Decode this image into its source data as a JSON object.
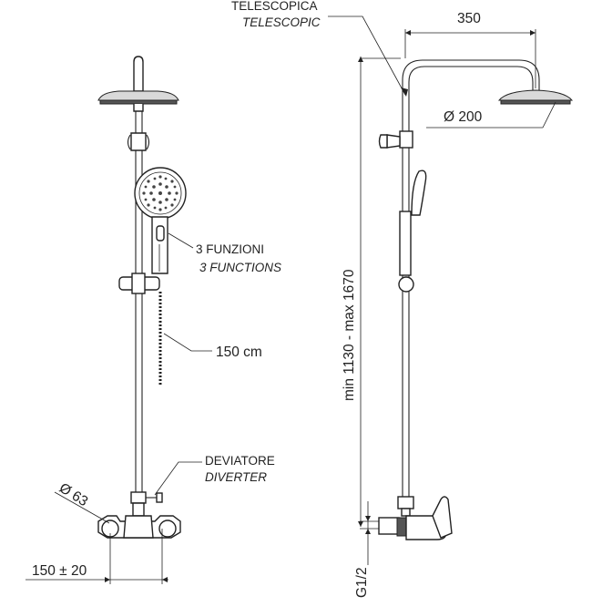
{
  "labels": {
    "telescopic_it": "TELESCOPICA",
    "telescopic_en": "TELESCOPIC",
    "functions_it": "3 FUNZIONI",
    "functions_en": "3 FUNCTIONS",
    "hose": "150 cm",
    "diverter_it": "DEVIATORE",
    "diverter_en": "DIVERTER"
  },
  "dimensions": {
    "arm_length": "350",
    "head_diameter": "Ø 200",
    "handle_diameter": "Ø 63",
    "wall_distance": "150 ± 20",
    "height_range": "min 1130  -  max 1670",
    "thread": "G1/2"
  }
}
